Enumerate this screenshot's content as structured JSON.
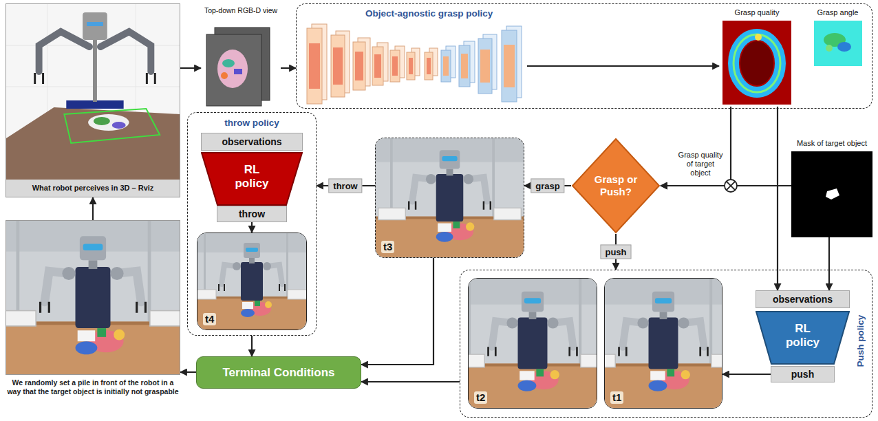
{
  "diagram": {
    "nodes": [
      {
        "text": [
          "What robot perceives in 3D – Rviz"
        ]
      },
      {
        "text": [
          "Top-down RGB-D view"
        ]
      },
      {
        "text": [
          "Object-agnostic grasp policy"
        ]
      },
      {
        "text": [
          "Grasp quality"
        ],
        "in": 2
      },
      {
        "text": [
          "Grasp angle"
        ],
        "in": 2
      },
      {
        "text": [
          "throw policy"
        ]
      },
      {
        "text": [
          "observations"
        ],
        "in": 5
      },
      {
        "text": [
          "RL policy"
        ],
        "in": 5
      },
      {
        "text": [
          "throw"
        ],
        "in": 5
      },
      {
        "text": [
          "t4"
        ],
        "in": 5
      },
      {
        "text": [
          "t3"
        ]
      },
      {
        "text": [
          "Grasp or Push?"
        ]
      },
      {
        "text": [
          "Mask of target object"
        ]
      },
      {
        "text": [
          "We randomly set a pile in front of the robot in a way that the target object is initially not graspable"
        ]
      },
      {
        "text": [
          "Terminal Conditions"
        ]
      },
      {
        "text": [
          "Push policy"
        ]
      },
      {
        "text": [
          "t2"
        ],
        "in": 15
      },
      {
        "text": [
          "t1"
        ],
        "in": 15
      },
      {
        "text": [
          "observations"
        ],
        "in": 15
      },
      {
        "text": [
          "RL policy"
        ],
        "in": 15
      },
      {
        "text": [
          "push"
        ],
        "in": 15
      }
    ],
    "edges": [
      {
        "from": 0,
        "to": 1,
        "arrow": "to"
      },
      {
        "from": 1,
        "to": 2,
        "arrow": "to"
      },
      {
        "from": 3,
        "to": 11,
        "label": "Grasp quality of target object",
        "arrow": "to"
      },
      {
        "from": 12,
        "to": 11,
        "arrow": "to"
      },
      {
        "from": 3,
        "to": 18,
        "arrow": "to"
      },
      {
        "from": 12,
        "to": 18,
        "arrow": "to"
      },
      {
        "from": 11,
        "to": 10,
        "label": "grasp",
        "arrow": "to"
      },
      {
        "from": 11,
        "to": 15,
        "label": "push",
        "arrow": "to"
      },
      {
        "from": 10,
        "to": 5,
        "label": "throw",
        "arrow": "to"
      },
      {
        "from": 8,
        "to": 9,
        "arrow": "to"
      },
      {
        "from": 20,
        "to": 17,
        "arrow": "to"
      },
      {
        "from": 5,
        "to": 14,
        "arrow": "to"
      },
      {
        "from": 10,
        "to": 14,
        "arrow": "to"
      },
      {
        "from": 15,
        "to": 14,
        "arrow": "to"
      },
      {
        "from": 14,
        "to": 13,
        "arrow": "to"
      },
      {
        "from": 13,
        "to": 0,
        "arrow": "to"
      }
    ]
  }
}
